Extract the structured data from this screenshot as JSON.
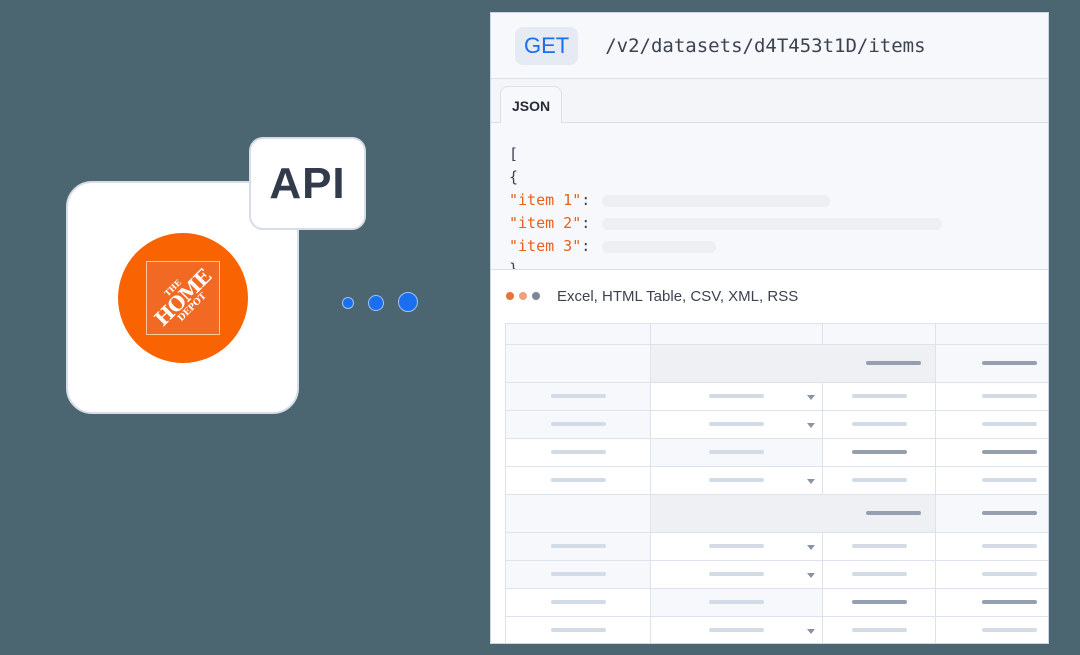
{
  "app": {
    "brand": "The Home Depot",
    "logo_text": {
      "line1": "THE",
      "line2": "HOME",
      "line3": "DEPOT"
    },
    "logo_colors": {
      "circle": "#f96302",
      "square": "#f26924"
    },
    "badge_label": "API"
  },
  "connector": {
    "dot_color": "#1a6ff0",
    "dots": 3
  },
  "request": {
    "method": "GET",
    "path": "/v2/datasets/d4T453t1D/items",
    "method_color": "#1a6ff0"
  },
  "tabs": [
    {
      "label": "JSON",
      "active": true
    }
  ],
  "code": {
    "open_bracket": "[",
    "open_brace": "{",
    "close_brace": "}",
    "keys": [
      {
        "label": "\"item 1\"",
        "colon": ":",
        "placeholder_width": 228
      },
      {
        "label": "\"item 2\"",
        "colon": ":",
        "placeholder_width": 340
      },
      {
        "label": "\"item 3\"",
        "colon": ":",
        "placeholder_width": 114
      }
    ],
    "key_color": "#e8601c"
  },
  "formats": {
    "label": "Excel, HTML Table, CSV, XML, RSS",
    "dot_colors": [
      "#e8743a",
      "#f0a07a",
      "#7e8797"
    ]
  },
  "table": {
    "columns": 4,
    "rows": [
      {
        "type": "header"
      },
      {
        "type": "group",
        "bars": [
          "",
          "dark",
          "dark"
        ]
      },
      {
        "type": "row",
        "shade": [
          true,
          false,
          false,
          false
        ],
        "bars": [
          "light",
          "light",
          "light",
          "light"
        ],
        "caret": true
      },
      {
        "type": "row",
        "shade": [
          true,
          false,
          false,
          false
        ],
        "bars": [
          "light",
          "light",
          "light",
          "light"
        ],
        "caret": true
      },
      {
        "type": "row",
        "shade": [
          false,
          true,
          false,
          false
        ],
        "bars": [
          "light",
          "light",
          "dark",
          "dark"
        ],
        "caret": false
      },
      {
        "type": "row",
        "shade": [
          false,
          false,
          false,
          false
        ],
        "bars": [
          "light",
          "light",
          "light",
          "light"
        ],
        "caret": true
      },
      {
        "type": "group",
        "bars": [
          "",
          "dark",
          "dark"
        ]
      },
      {
        "type": "row",
        "shade": [
          true,
          false,
          false,
          false
        ],
        "bars": [
          "light",
          "light",
          "light",
          "light"
        ],
        "caret": true
      },
      {
        "type": "row",
        "shade": [
          true,
          false,
          false,
          false
        ],
        "bars": [
          "light",
          "light",
          "light",
          "light"
        ],
        "caret": true
      },
      {
        "type": "row",
        "shade": [
          false,
          true,
          false,
          false
        ],
        "bars": [
          "light",
          "light",
          "dark",
          "dark"
        ],
        "caret": false
      },
      {
        "type": "row",
        "shade": [
          false,
          false,
          false,
          false
        ],
        "bars": [
          "light",
          "light",
          "light",
          "light"
        ],
        "caret": true
      }
    ]
  }
}
